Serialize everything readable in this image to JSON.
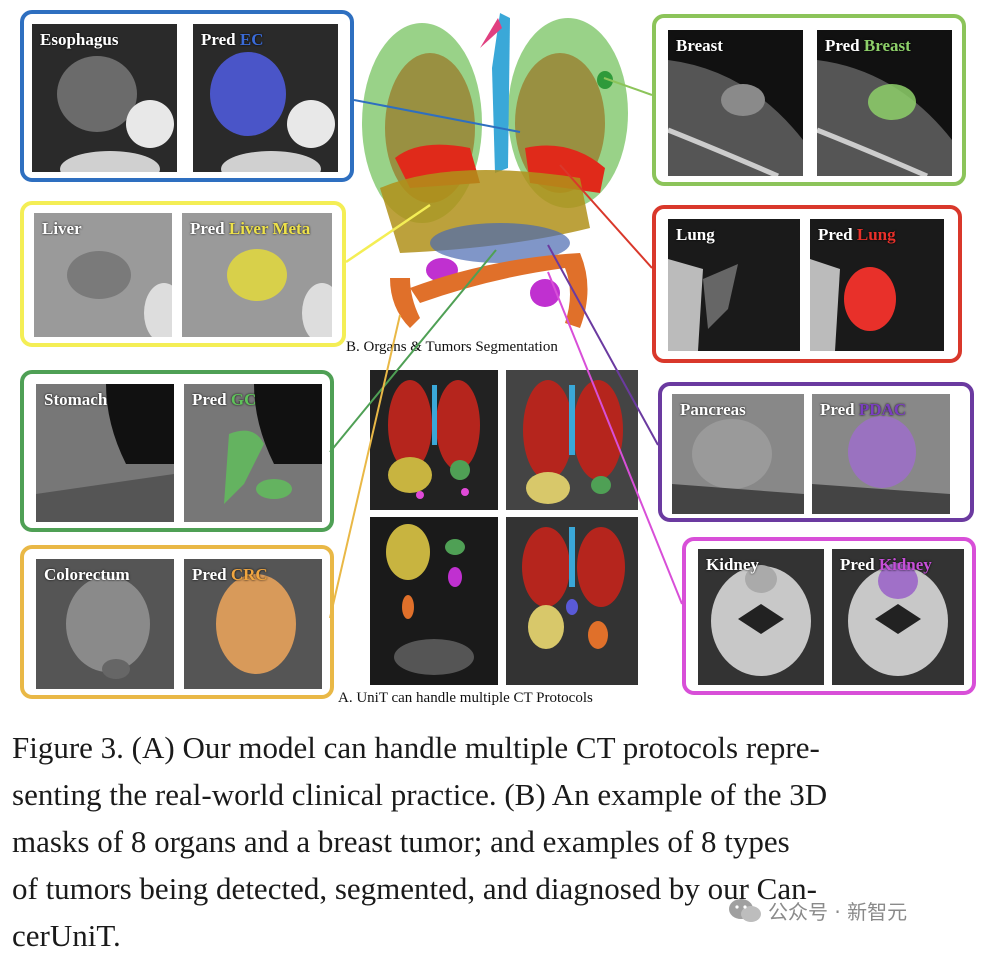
{
  "colors": {
    "esophagus": "#2e6fc0",
    "breast": "#8cc45a",
    "liver": "#f4ee55",
    "lung": "#d9382b",
    "stomach": "#4fa055",
    "pancreas": "#6b3aa0",
    "colorectum": "#e9b846",
    "kidney": "#d84fd8"
  },
  "panels": {
    "esophagus": {
      "label": "Esophagus",
      "pred": "Pred",
      "pred_label": "EC",
      "pred_color": "#3a6bd8"
    },
    "breast": {
      "label": "Breast",
      "pred": "Pred",
      "pred_label": "Breast",
      "pred_color": "#8ed06a"
    },
    "liver": {
      "label": "Liver",
      "pred": "Pred",
      "pred_label": "Liver Meta",
      "pred_color": "#eee24a"
    },
    "lung": {
      "label": "Lung",
      "pred": "Pred",
      "pred_label": "Lung",
      "pred_color": "#e8302a"
    },
    "stomach": {
      "label": "Stomach",
      "pred": "Pred",
      "pred_label": "GC",
      "pred_color": "#5fc25a"
    },
    "pancreas": {
      "label": "Pancreas",
      "pred": "Pred",
      "pred_label": "PDAC",
      "pred_color": "#7a3ec0"
    },
    "colorectum": {
      "label": "Colorectum",
      "pred": "Pred",
      "pred_label": "CRC",
      "pred_color": "#f0a640"
    },
    "kidney": {
      "label": "Kidney",
      "pred": "Pred",
      "pred_label": "Kidney",
      "pred_color": "#c64fd8"
    }
  },
  "sublabels": {
    "organs": "B. Organs & Tumors Segmentation",
    "protocols": "A. UniT can handle multiple CT Protocols"
  },
  "caption": {
    "line1": "Figure 3. (A) Our model can handle multiple CT protocols repre-",
    "line2": "senting the real-world clinical practice. (B) An example of the 3D",
    "line3": "masks of 8 organs and a breast tumor; and examples of 8 types",
    "line4": "of tumors being detected, segmented, and diagnosed by our Can-",
    "line5": "cerUniT."
  },
  "watermark": "公众号 · 新智元"
}
